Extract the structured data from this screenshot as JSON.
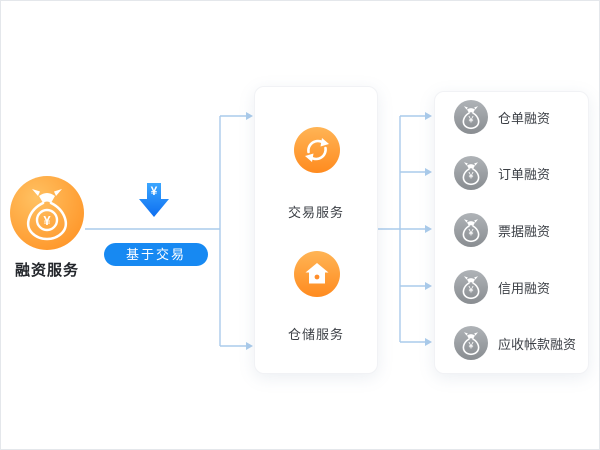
{
  "source": {
    "label": "融资服务"
  },
  "bridge": {
    "pill_label": "基于交易",
    "arrow_symbol": "¥"
  },
  "middle_card": {
    "items": [
      {
        "label": "交易服务",
        "icon": "exchange-icon"
      },
      {
        "label": "仓储服务",
        "icon": "warehouse-icon"
      }
    ]
  },
  "right_card": {
    "icon": "money-bag-icon",
    "items": [
      {
        "label": "仓单融资"
      },
      {
        "label": "订单融资"
      },
      {
        "label": "票据融资"
      },
      {
        "label": "信用融资"
      },
      {
        "label": "应收帐款融资"
      }
    ]
  },
  "icons": {
    "yen_symbol": "¥"
  },
  "colors": {
    "accent_orange": "#FF8E2B",
    "accent_blue": "#1789F2",
    "connector": "#AACBEB",
    "icon_gray": "#97999C",
    "card_background": "#FFFFFF"
  }
}
